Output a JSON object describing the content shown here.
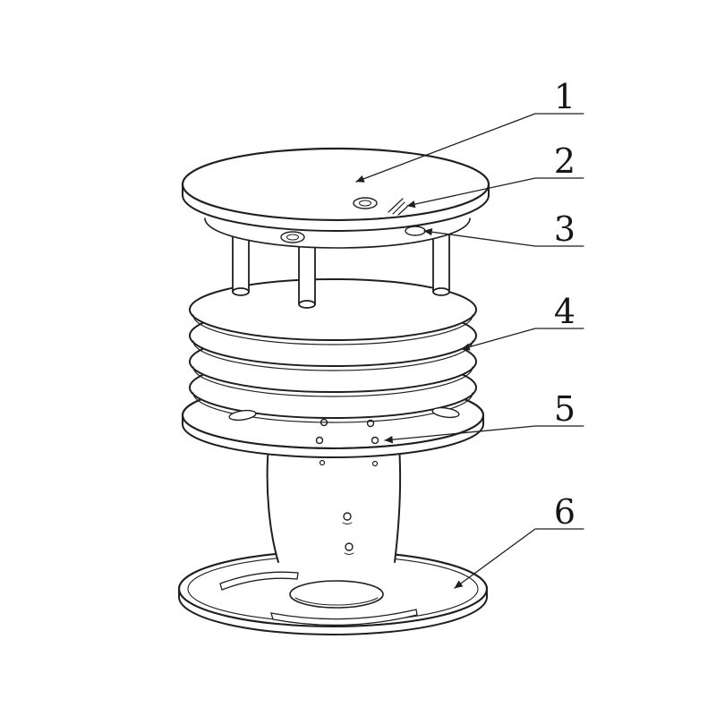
{
  "figure": {
    "kind": "technical-line-drawing",
    "background": "#ffffff",
    "ink": "#1f1f1f",
    "callouts": [
      {
        "label": "1"
      },
      {
        "label": "2"
      },
      {
        "label": "3"
      },
      {
        "label": "4"
      },
      {
        "label": "5"
      },
      {
        "label": "6"
      }
    ]
  }
}
